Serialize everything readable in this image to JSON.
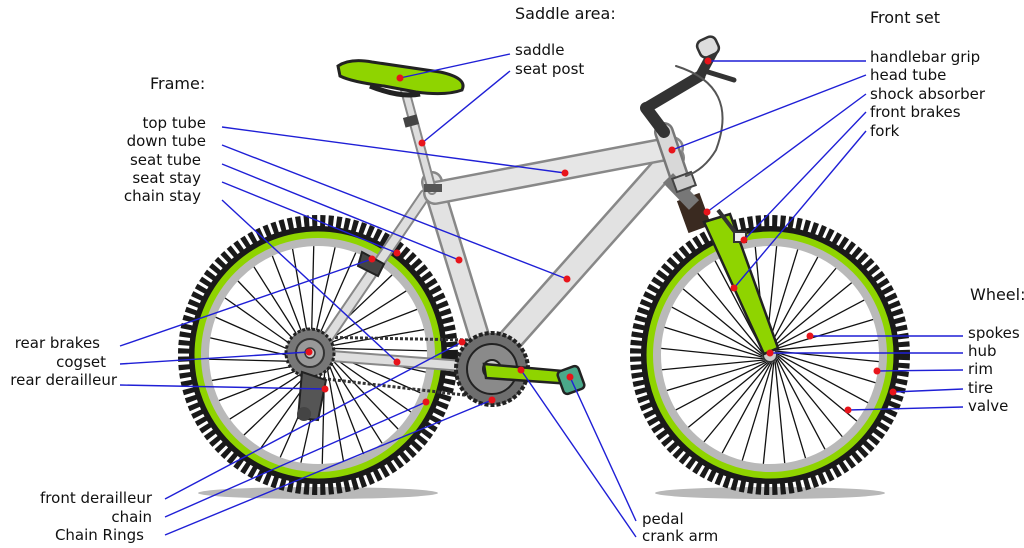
{
  "headers": {
    "saddle_area": "Saddle area:",
    "front_set": "Front set",
    "frame": "Frame:",
    "wheel": "Wheel:"
  },
  "labels": {
    "saddle": "saddle",
    "seat_post": "seat post",
    "handlebar_grip": "handlebar grip",
    "head_tube": "head tube",
    "shock_absorber": "shock absorber",
    "front_brakes": "front brakes",
    "fork": "fork",
    "top_tube": "top tube",
    "down_tube": "down tube",
    "seat_tube": "seat tube",
    "seat_stay": "seat stay",
    "chain_stay": "chain stay",
    "rear_brakes": "rear brakes",
    "cogset": "cogset",
    "rear_derailleur": "rear derailleur",
    "spokes": "spokes",
    "hub": "hub",
    "rim": "rim",
    "tire": "tire",
    "valve": "valve",
    "front_derailleur": "front derailleur",
    "chain": "chain",
    "chain_rings": "Chain Rings",
    "pedal": "pedal",
    "crank_arm": "crank arm"
  },
  "colors": {
    "leader_line": "#1f1fd6",
    "marker": "#e8141b",
    "accent_green": "#8fd400",
    "frame_silver": "#d4d4d4",
    "tire_dark": "#1a1a1a"
  }
}
